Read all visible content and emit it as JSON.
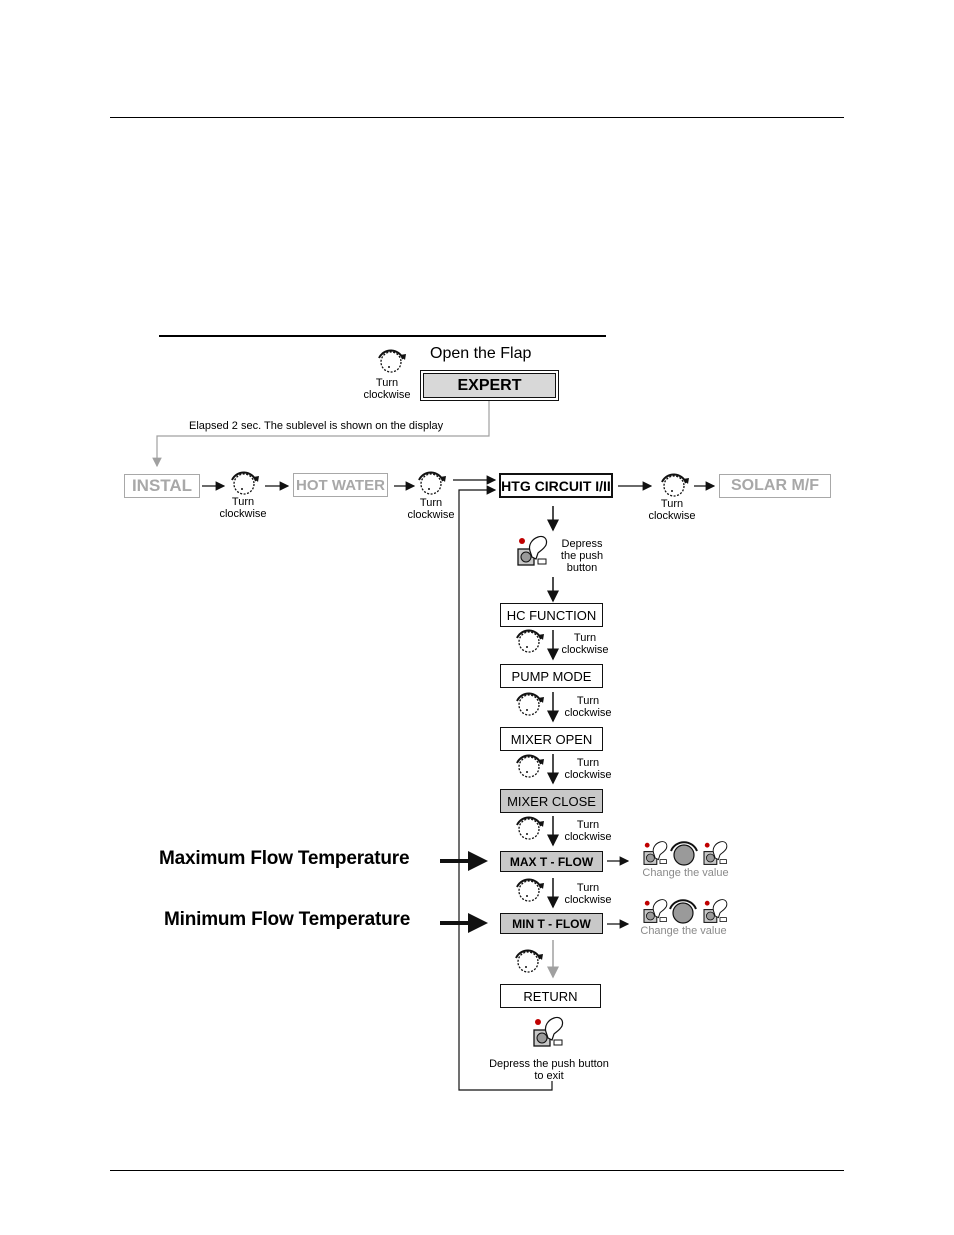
{
  "header": {},
  "top": {
    "open_flap": "Open the Flap",
    "expert": "EXPERT",
    "elapsed": "Elapsed 2 sec. The sublevel is shown on the display"
  },
  "turn": {
    "word": "Turn",
    "cw": "clockwise"
  },
  "row": {
    "instal": "INSTAL",
    "hot_water": "HOT WATER",
    "htg_circuit": "HTG CIRCUIT I/II",
    "solar": "SOLAR M/F"
  },
  "depress": {
    "l1": "Depress",
    "l2": "the push",
    "l3": "button"
  },
  "menu": {
    "hc_function": "HC FUNCTION",
    "pump_mode": "PUMP MODE",
    "mixer_open": "MIXER OPEN",
    "mixer_close": "MIXER CLOSE",
    "max_t_flow": "MAX T - FLOW",
    "min_t_flow": "MIN T - FLOW",
    "return": "RETURN"
  },
  "change_value": "Change the value",
  "callouts": {
    "max": "Maximum Flow Temperature",
    "min": "Minimum Flow Temperature"
  },
  "exit": {
    "l1": "Depress the push button",
    "l2": "to exit"
  },
  "colors": {
    "shade": "#c8c8c8",
    "disabled": "#a8a8a8",
    "line": "#111111"
  }
}
